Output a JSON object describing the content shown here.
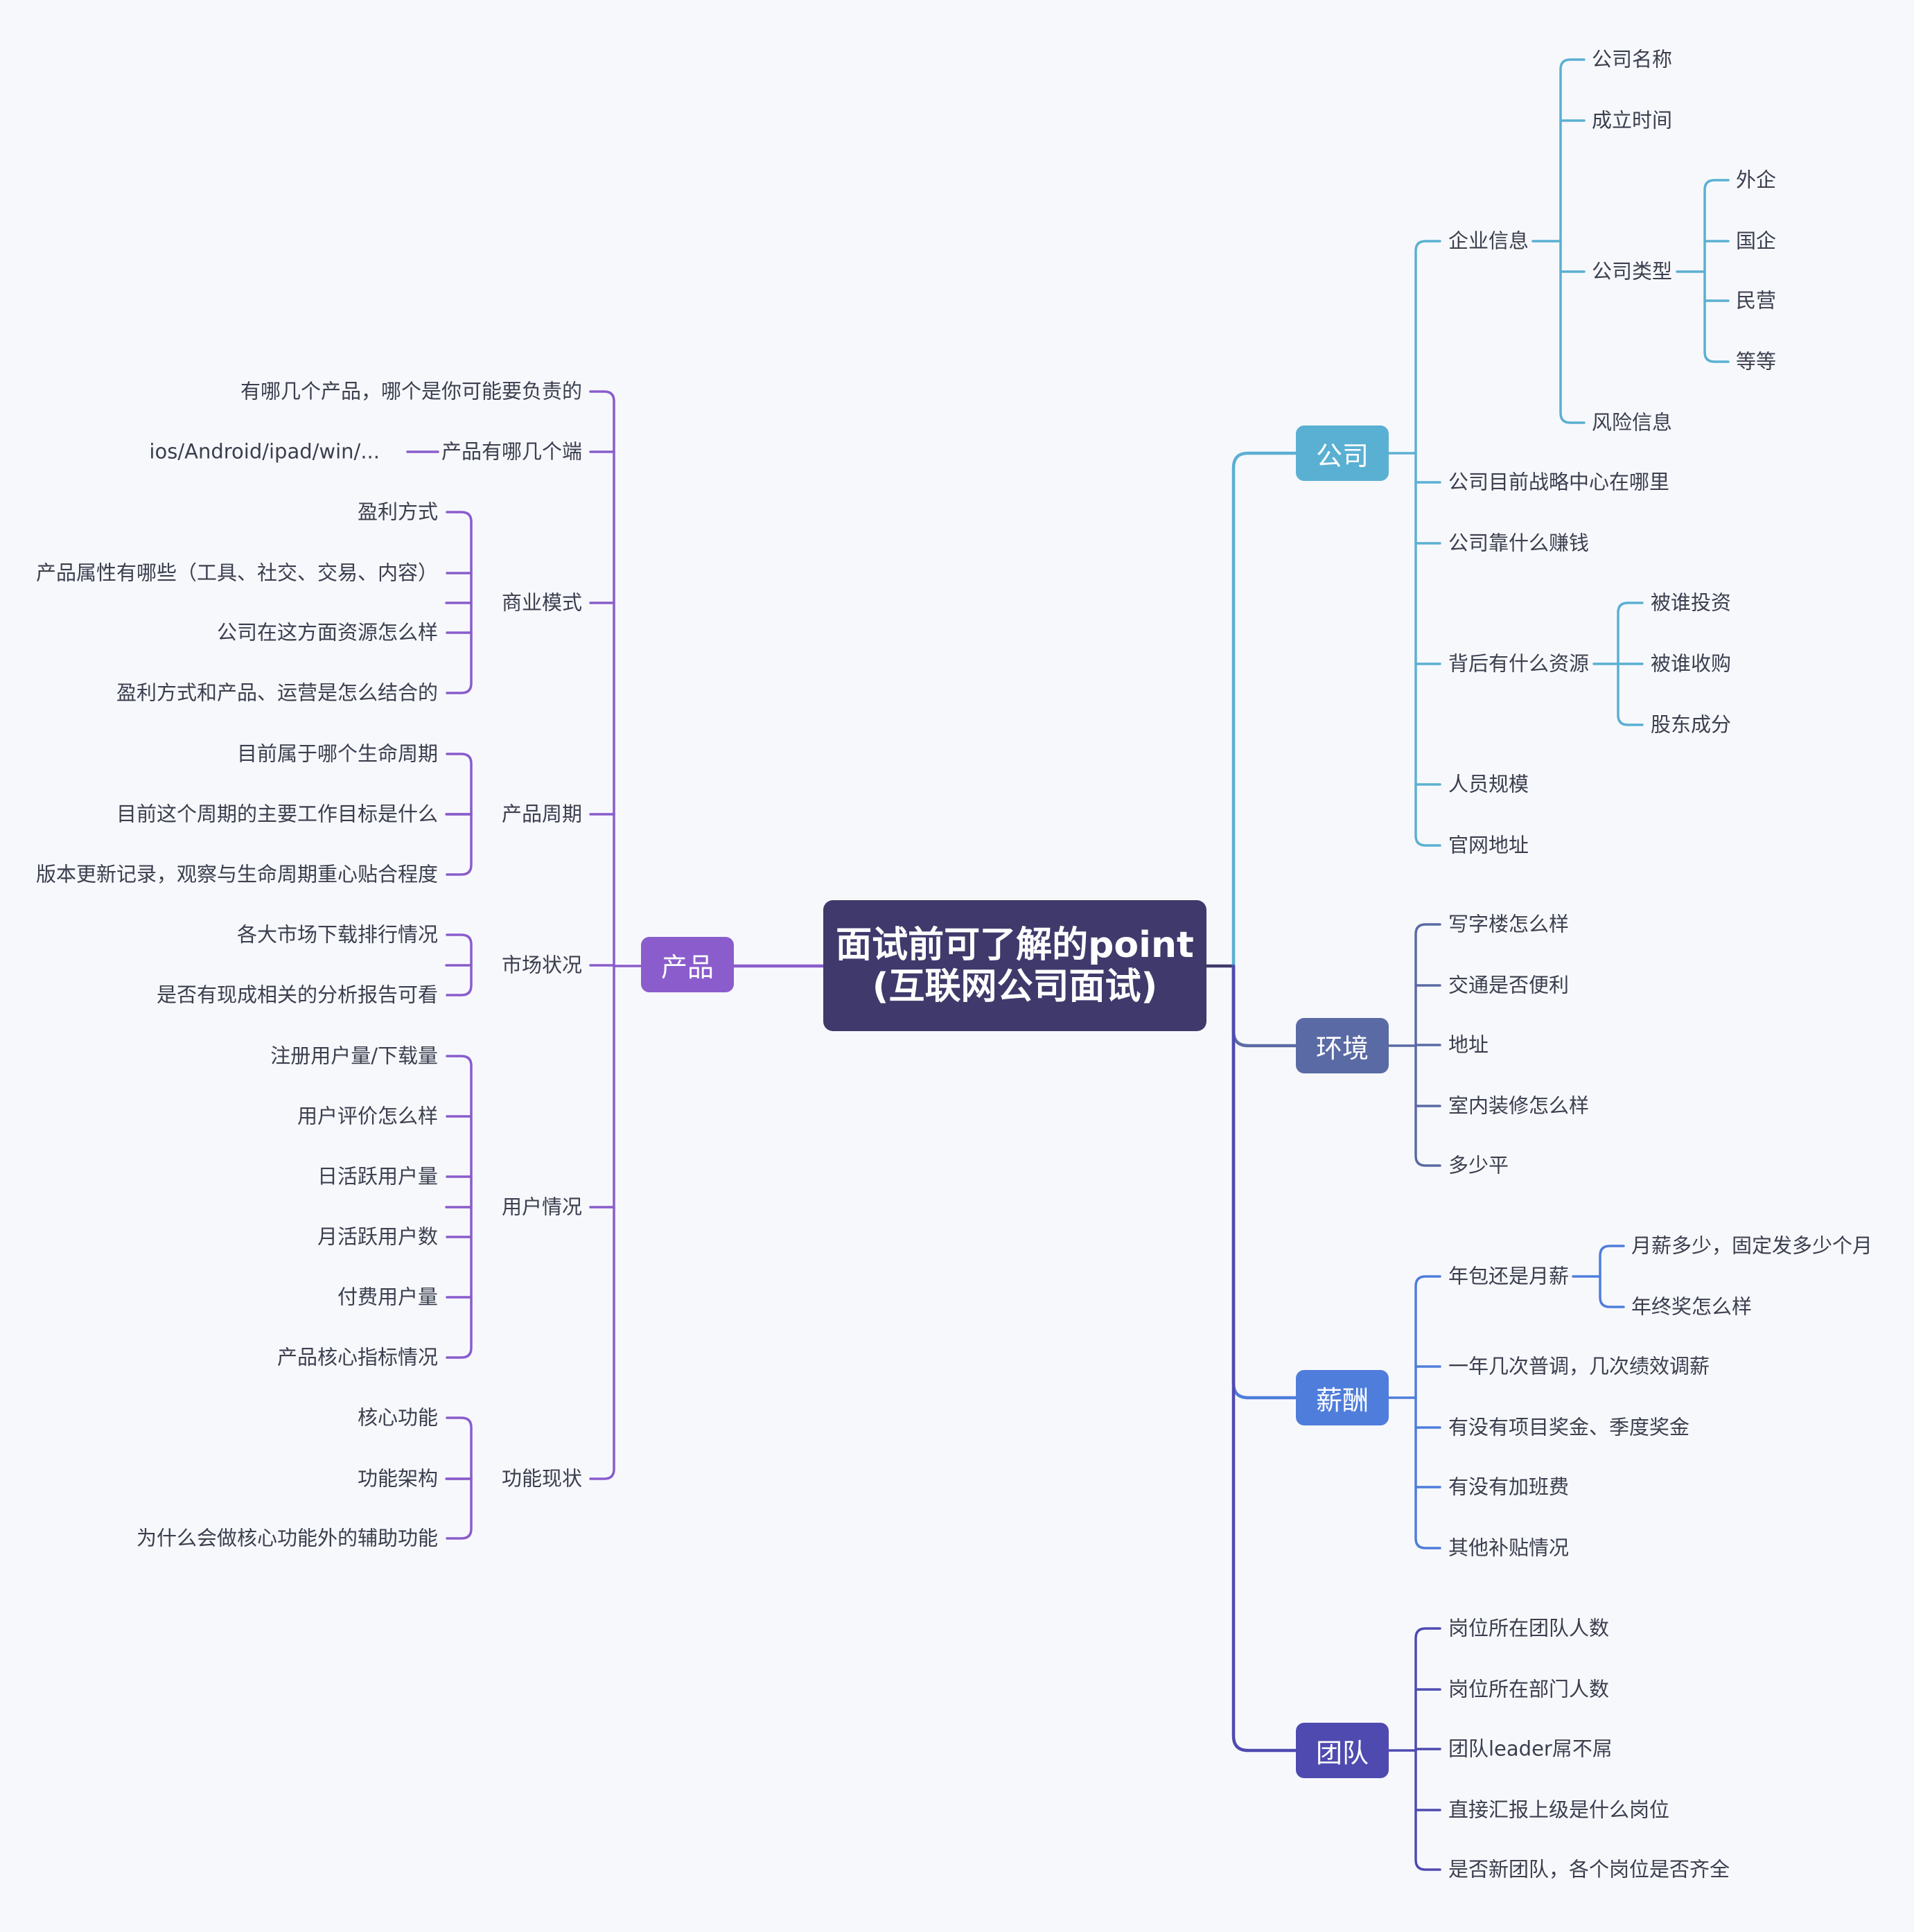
{
  "root": {
    "line1": "面试前可了解的point",
    "line2": "(互联网公司面试)"
  },
  "colors": {
    "background": "#f7f8fc",
    "root": "#3f3a6b",
    "company": "#5ab0d2",
    "environment": "#5a6aa4",
    "salary": "#4f7ddb",
    "team": "#4f4ab0",
    "product": "#8a5ccc"
  },
  "company": {
    "label": "公司",
    "enterprise": {
      "label": "企业信息",
      "name": "公司名称",
      "founded": "成立时间",
      "type": {
        "label": "公司类型",
        "items": [
          "外企",
          "国企",
          "民营",
          "等等"
        ]
      },
      "risk": "风险信息"
    },
    "strategy": "公司目前战略中心在哪里",
    "revenue": "公司靠什么赚钱",
    "resources": {
      "label": "背后有什么资源",
      "items": [
        "被谁投资",
        "被谁收购",
        "股东成分"
      ]
    },
    "staff": "人员规模",
    "website": "官网地址"
  },
  "environment": {
    "label": "环境",
    "items": [
      "写字楼怎么样",
      "交通是否便利",
      "地址",
      "室内装修怎么样",
      "多少平"
    ]
  },
  "salary": {
    "label": "薪酬",
    "package": {
      "label": "年包还是月薪",
      "items": [
        "月薪多少，固定发多少个月",
        "年终奖怎么样"
      ]
    },
    "items": [
      "一年几次普调，几次绩效调薪",
      "有没有项目奖金、季度奖金",
      "有没有加班费",
      "其他补贴情况"
    ]
  },
  "team": {
    "label": "团队",
    "items": [
      "岗位所在团队人数",
      "岗位所在部门人数",
      "团队leader屌不屌",
      "直接汇报上级是什么岗位",
      "是否新团队，各个岗位是否齐全"
    ]
  },
  "product": {
    "label": "产品",
    "which": "有哪几个产品，哪个是你可能要负责的",
    "platforms": {
      "label": "产品有哪几个端",
      "detail": "ios/Android/ipad/win/..."
    },
    "business": {
      "label": "商业模式",
      "items": [
        "盈利方式",
        "产品属性有哪些（工具、社交、交易、内容）",
        "公司在这方面资源怎么样",
        "盈利方式和产品、运营是怎么结合的"
      ]
    },
    "cycle": {
      "label": "产品周期",
      "items": [
        "目前属于哪个生命周期",
        "目前这个周期的主要工作目标是什么",
        "版本更新记录，观察与生命周期重心贴合程度"
      ]
    },
    "market": {
      "label": "市场状况",
      "items": [
        "各大市场下载排行情况",
        "是否有现成相关的分析报告可看"
      ]
    },
    "users": {
      "label": "用户情况",
      "items": [
        "注册用户量/下载量",
        "用户评价怎么样",
        "日活跃用户量",
        "月活跃用户数",
        "付费用户量",
        "产品核心指标情况"
      ]
    },
    "features": {
      "label": "功能现状",
      "items": [
        "核心功能",
        "功能架构",
        "为什么会做核心功能外的辅助功能"
      ]
    }
  }
}
